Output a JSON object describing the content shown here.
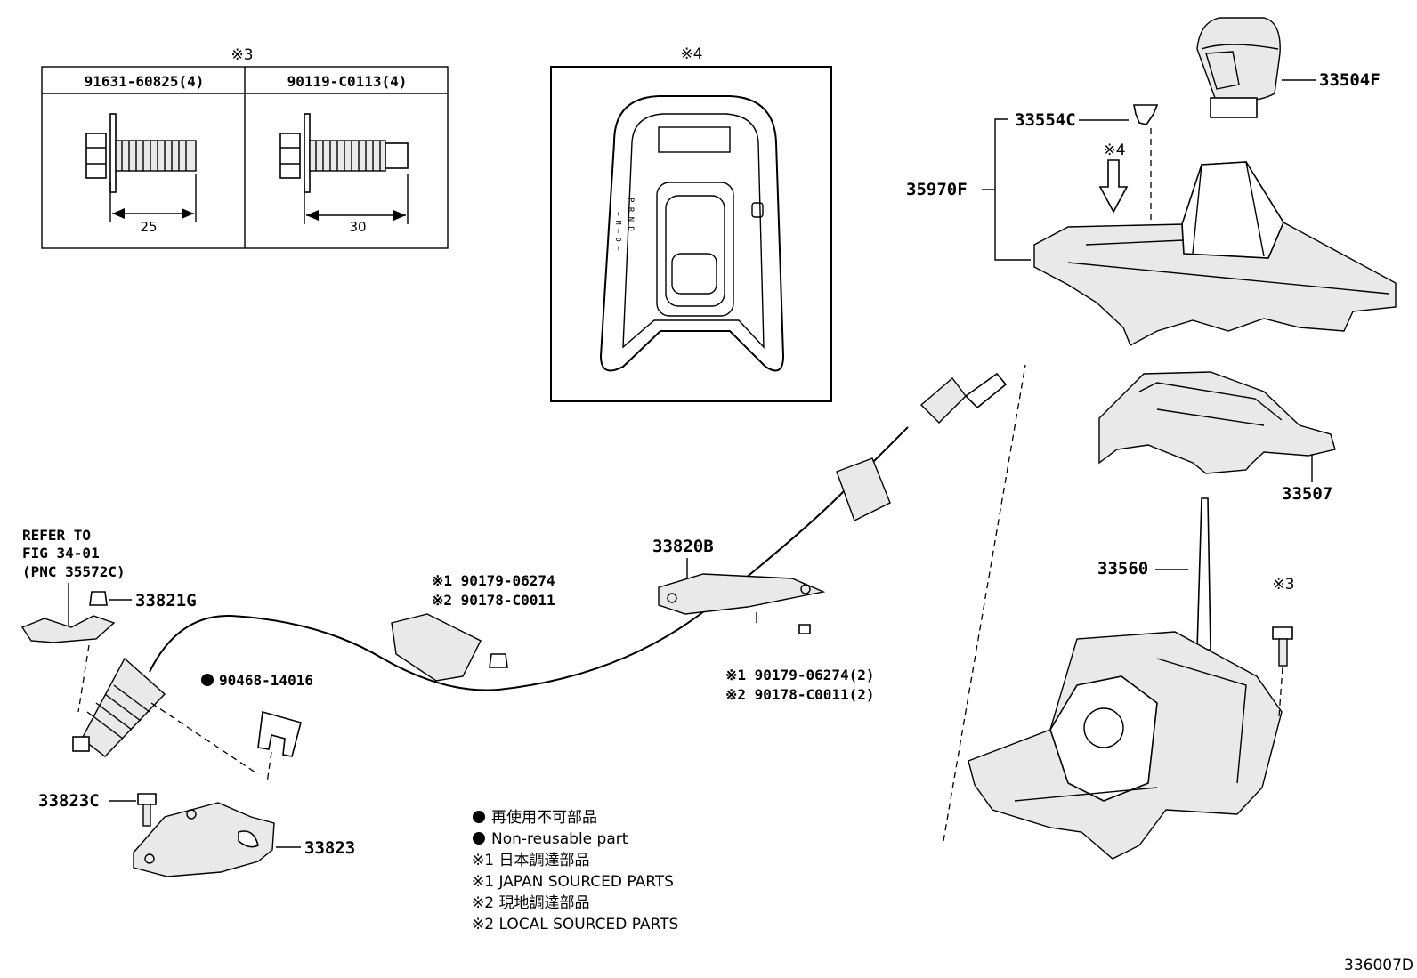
{
  "page": {
    "diagram_code": "336007D"
  },
  "bolt_table": {
    "note_marker": "※3",
    "columns": [
      {
        "part": "91631-60825(4)",
        "dimension": "25"
      },
      {
        "part": "90119-C0113(4)",
        "dimension": "30"
      }
    ]
  },
  "inset": {
    "note_marker": "※4",
    "shift_letters": "P R N D",
    "shift_letters_2": "+ M – D –"
  },
  "refer": {
    "line1": "REFER TO",
    "line2": "FIG 34-01",
    "line3": "(PNC 35572C)"
  },
  "parts": {
    "p33504F": "33504F",
    "p33554C": "33554C",
    "p35970F": "35970F",
    "marker_4": "※4",
    "p33507": "33507",
    "p33560": "33560",
    "marker_3": "※3",
    "p33820B": "33820B",
    "p33821G": "33821G",
    "p90468": "90468-14016",
    "p33823C": "33823C",
    "p33823": "33823",
    "nut_a1": "※1 90179-06274",
    "nut_a2": "※2 90178-C0011",
    "nut_b1": "※1 90179-06274(2)",
    "nut_b2": "※2 90178-C0011(2)"
  },
  "legend": {
    "items": [
      "再使用不可部品",
      "Non-reusable part",
      "※1 日本調達部品",
      "※1 JAPAN SOURCED PARTS",
      "※2 現地調達部品",
      "※2 LOCAL SOURCED PARTS"
    ]
  }
}
